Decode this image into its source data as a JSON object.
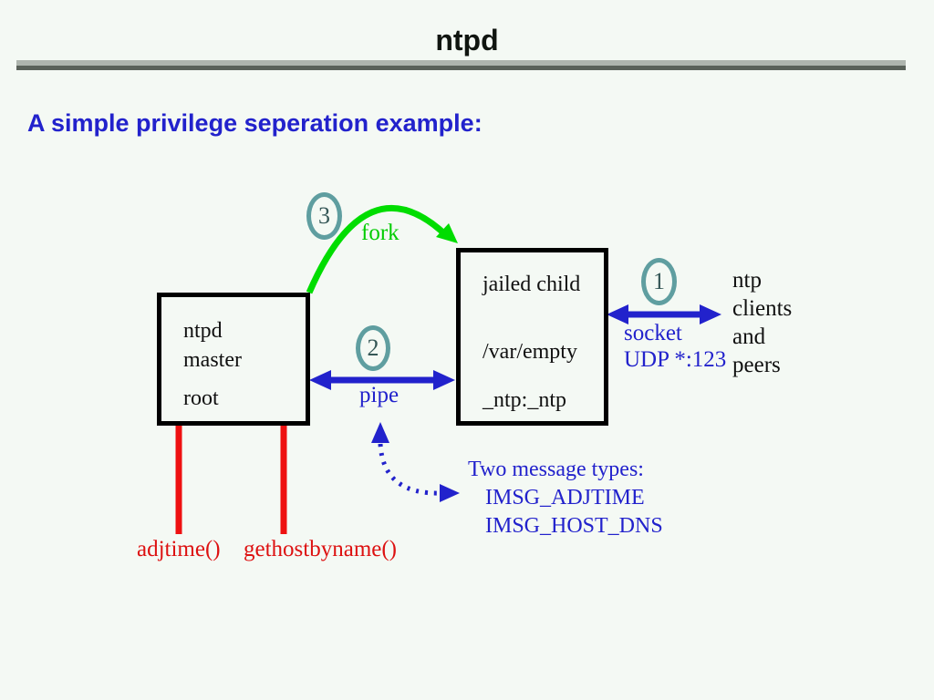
{
  "header": {
    "title": "ntpd",
    "subtitle": "A simple privilege seperation example:"
  },
  "diagram": {
    "master_box": {
      "lines": [
        "ntpd",
        "master",
        "root"
      ]
    },
    "child_box": {
      "lines": [
        "jailed child",
        "/var/empty",
        "_ntp:_ntp"
      ]
    },
    "steps": {
      "one": "1",
      "two": "2",
      "three": "3"
    },
    "labels": {
      "fork": "fork",
      "pipe": "pipe",
      "socket": "socket",
      "udp": "UDP *:123",
      "clients_lines": [
        "ntp",
        "clients",
        "and",
        "peers"
      ],
      "messages_title": "Two message types:",
      "messages": [
        "IMSG_ADJTIME",
        "IMSG_HOST_DNS"
      ],
      "adjtime": "adjtime()",
      "gethostbyname": "gethostbyname()"
    },
    "colors": {
      "background": "#F4F9F4",
      "blue": "#2222CC",
      "green_arc": "#00DD00",
      "green_text": "#00CC00",
      "red": "#DD1111",
      "circle_ring": "#5F9EA0",
      "separator_light": "#AEB5AE",
      "separator_dark": "#5A625A"
    }
  }
}
